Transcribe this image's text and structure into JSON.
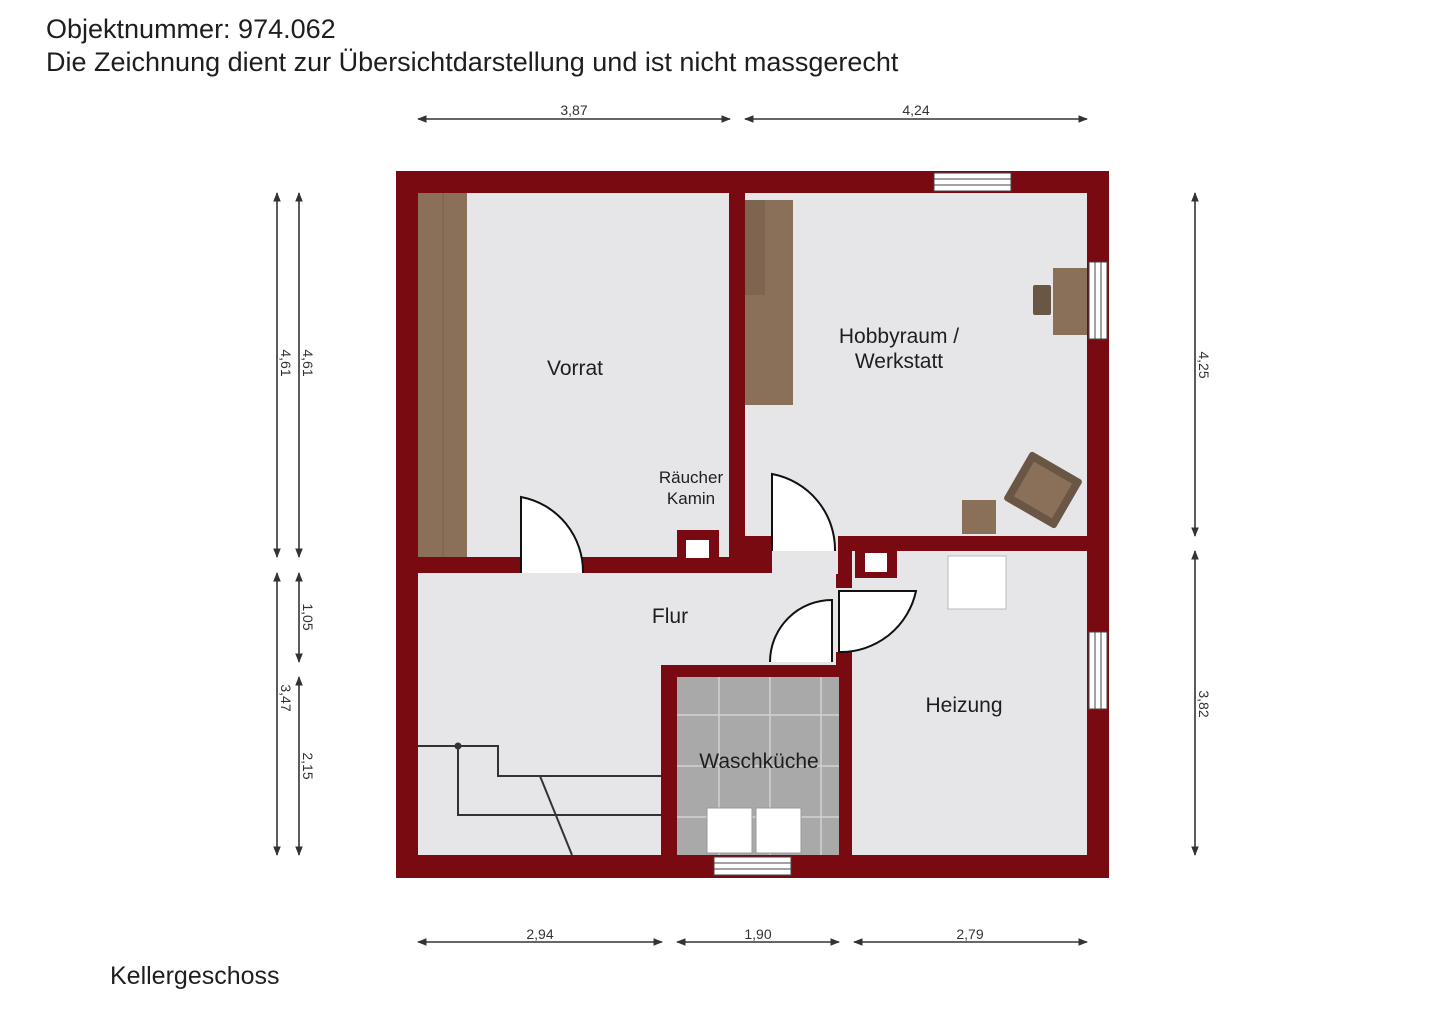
{
  "header": {
    "object_number": "Objektnummer: 974.062",
    "disclaimer": "Die Zeichnung dient zur Übersichtdarstellung und ist nicht massgerecht"
  },
  "floor_name": "Kellergeschoss",
  "rooms": {
    "vorrat": "Vorrat",
    "hobby_line1": "Hobbyraum /",
    "hobby_line2": "Werkstatt",
    "raeucher_line1": "Räucher",
    "raeucher_line2": "Kamin",
    "flur": "Flur",
    "waschkueche": "Waschküche",
    "heizung": "Heizung"
  },
  "dimensions": {
    "top_left": "3,87",
    "top_right": "4,24",
    "bottom_left": "2,94",
    "bottom_mid": "1,90",
    "bottom_right": "2,79",
    "left_outer_top": "4,61",
    "left_inner_top": "4,61",
    "left_inner_mid": "1,05",
    "left_outer_bottom": "3,47",
    "left_inner_bottom": "2,15",
    "right_top": "4,25",
    "right_bottom": "3,82"
  },
  "colors": {
    "wall": "#7a0a12",
    "floor": "#e6e6e8",
    "tile": "#a5a5a5",
    "wood": "#8a7058",
    "dimension_line": "#333333",
    "text": "#1e1e1e"
  }
}
